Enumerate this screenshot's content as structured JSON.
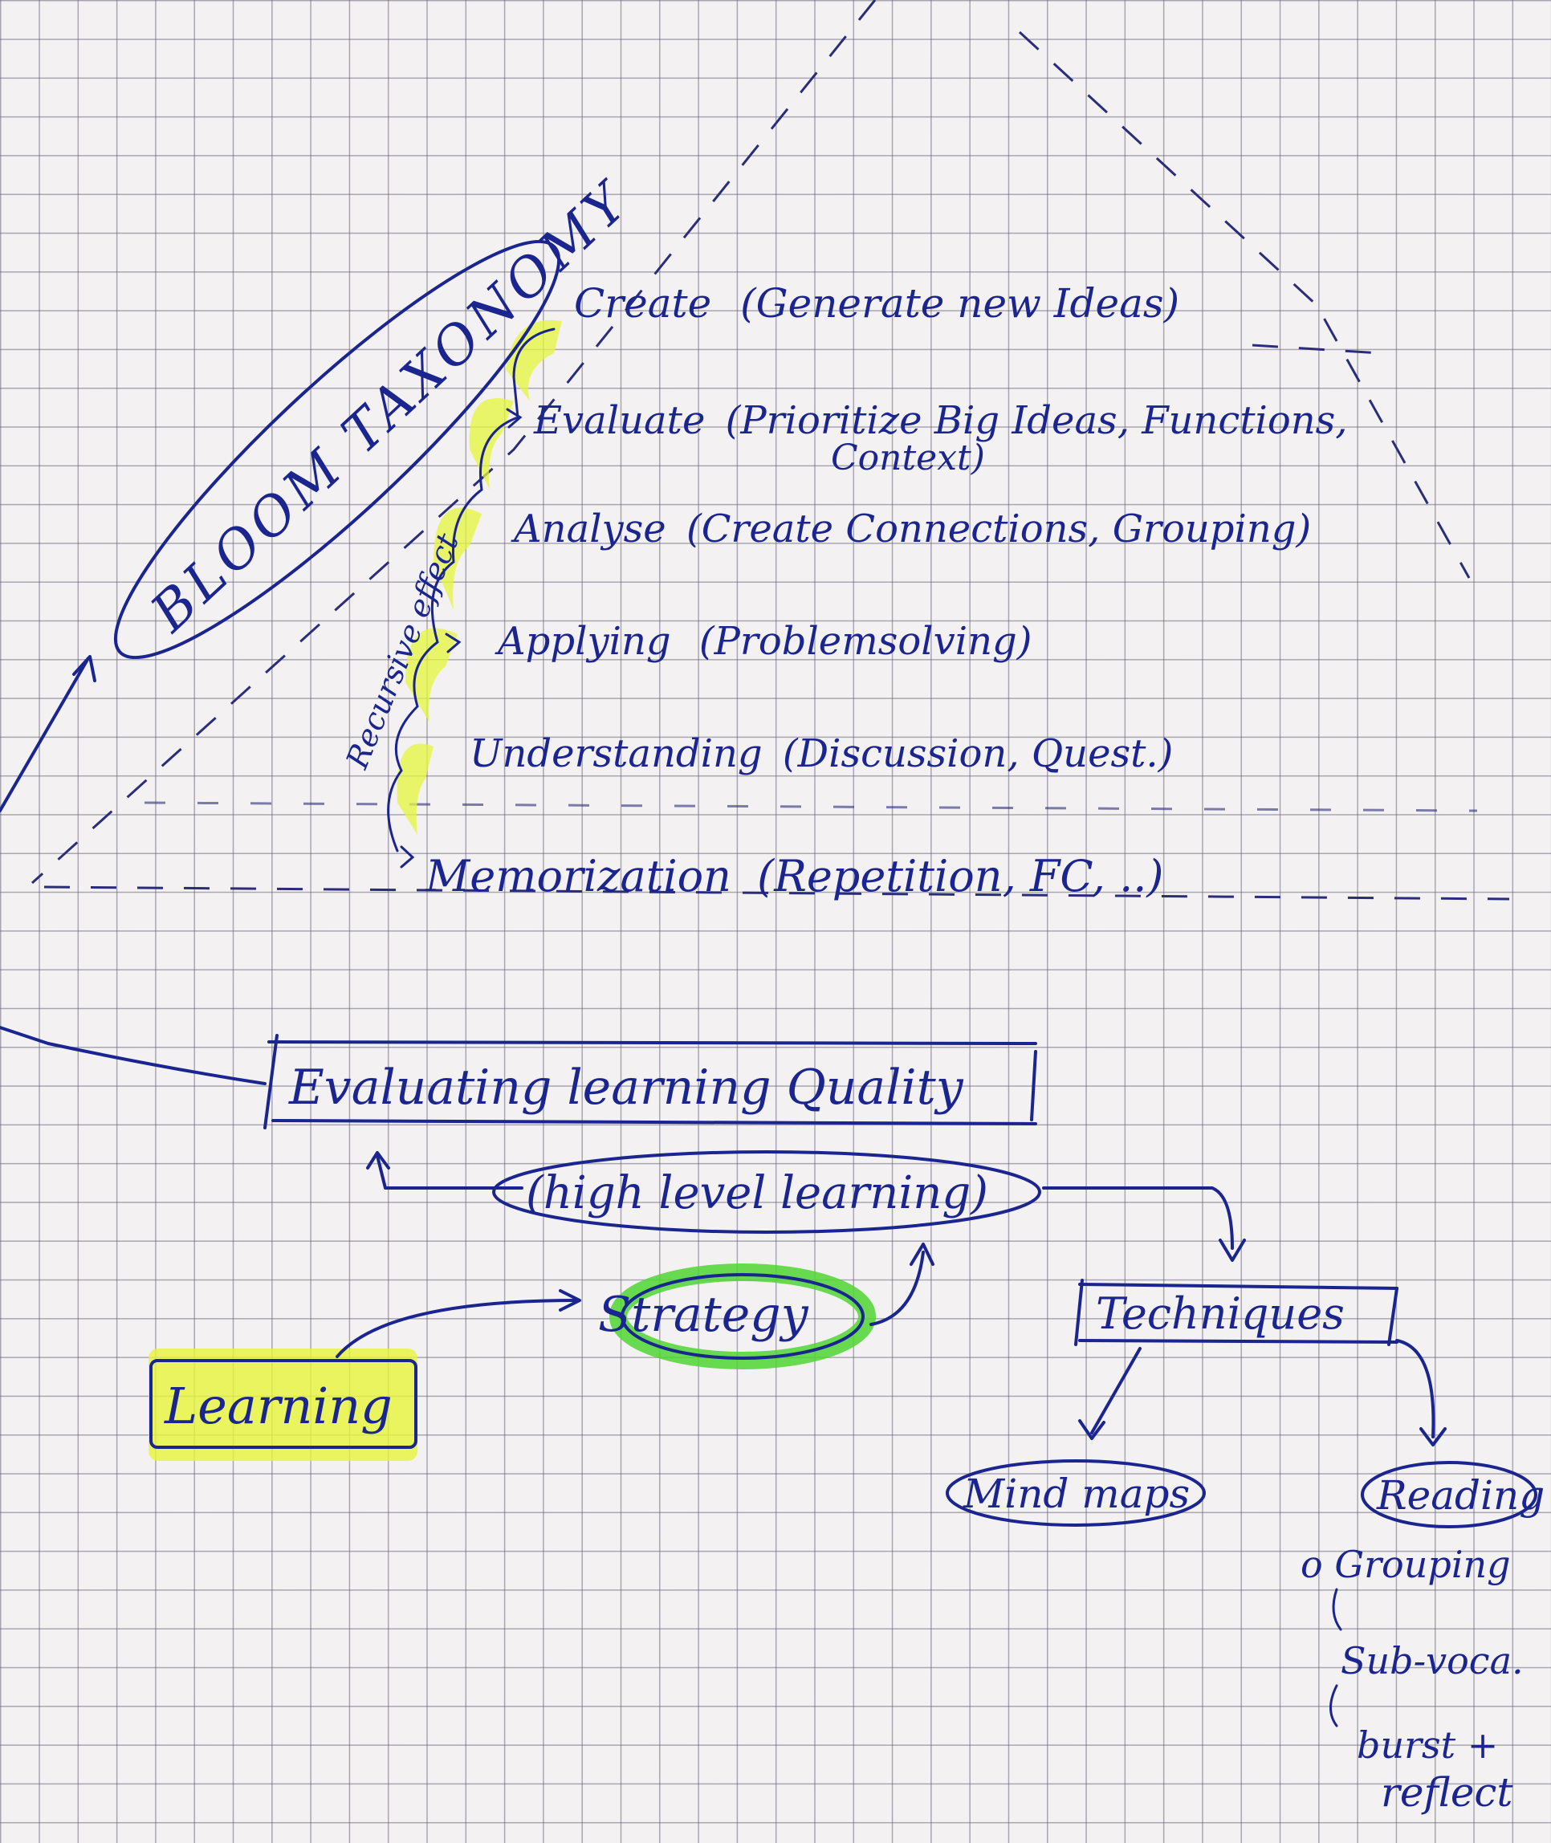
{
  "title": "BLOOM TAXONOMY",
  "side_note": "Recursive effect",
  "levels": [
    {
      "name": "Create",
      "detail": "(Generate new Ideas)"
    },
    {
      "name": "Evaluate",
      "detail": "(Prioritize Big Ideas, Functions,",
      "detail2": "Context)"
    },
    {
      "name": "Analyse",
      "detail": "(Create Connections, Grouping)"
    },
    {
      "name": "Applying",
      "detail": "(Problemsolving)"
    },
    {
      "name": "Understanding",
      "detail": "(Discussion, Quest.)"
    },
    {
      "name": "Memorization",
      "detail": "(Repetition, FC, ..)"
    }
  ],
  "evaluating": "Evaluating learning Quality",
  "high_level": "(high level learning)",
  "strategy": "Strategy",
  "learning": "Learning",
  "techniques": "Techniques",
  "mind_maps": "Mind maps",
  "reading": "Reading",
  "reading_steps": [
    "o Grouping",
    "Sub-voca.",
    "burst +",
    "reflect"
  ],
  "colors": {
    "ink": "#1a2590",
    "highlight_yellow": "#e6f53a",
    "highlight_green": "#4fd631",
    "paper": "#f4f1f3"
  }
}
